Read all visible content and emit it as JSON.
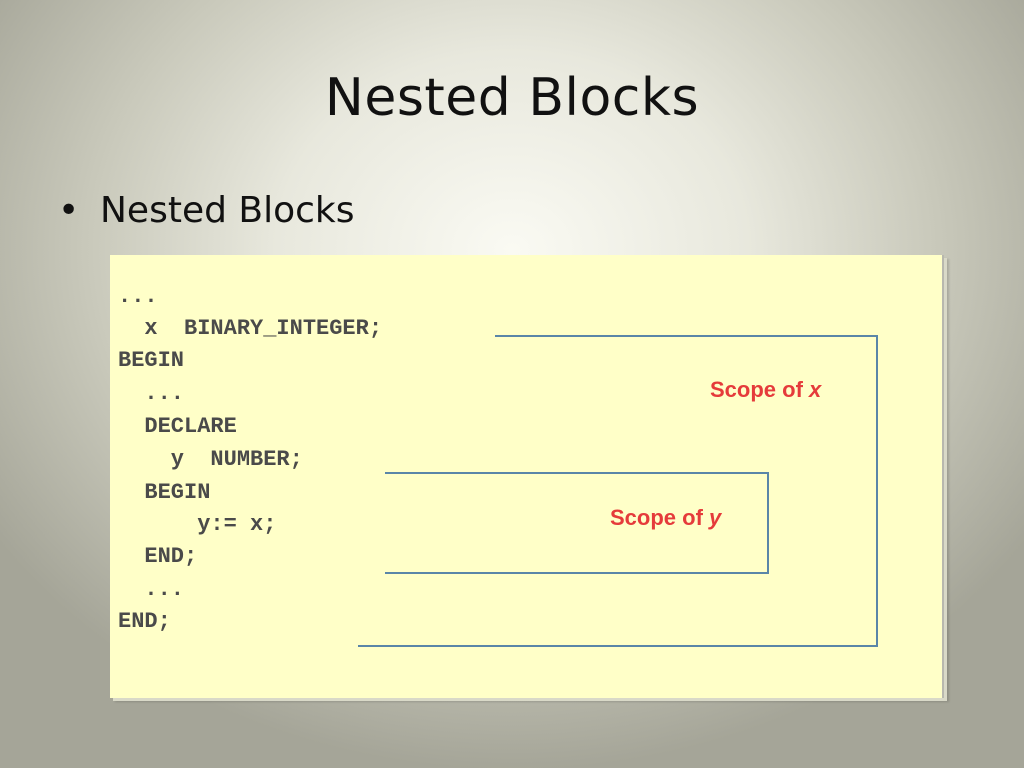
{
  "slide": {
    "title": "Nested Blocks",
    "bullet": "Nested Blocks"
  },
  "figure": {
    "code_lines": [
      "...",
      "  x  BINARY_INTEGER;",
      "BEGIN",
      "  ...",
      "  DECLARE",
      "    y  NUMBER;",
      "  BEGIN",
      "      y:= x;",
      "  END;",
      "  ...",
      "END;"
    ],
    "scope_x": {
      "prefix": "Scope of",
      "var": "x"
    },
    "scope_y": {
      "prefix": "Scope of",
      "var": "y"
    },
    "colors": {
      "background": "#ffffc8",
      "label": "#e53b3b",
      "bracket": "#5a86a8",
      "code": "#4a4a4a"
    }
  }
}
